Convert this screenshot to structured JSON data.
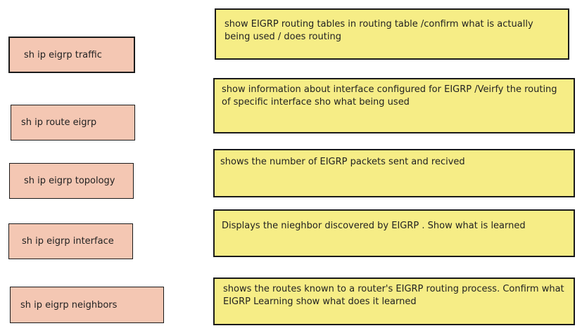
{
  "commands": [
    "sh ip eigrp traffic",
    "sh ip route eigrp",
    "sh ip eigrp topology",
    "sh ip eigrp interface",
    "sh ip eigrp neighbors"
  ],
  "descriptions": [
    "show EIGRP routing tables in routing table /confirm what is actually being used / does routing",
    "show information about interface configured for EIGRP /Veirfy the routing of specific interface sho what being used",
    "shows the number of EIGRP packets sent and recived",
    "Displays the nieghbor discovered by EIGRP . Show what is learned",
    "shows the routes known to a router's EIGRP routing process. Confirm what EIGRP Learning  show what does it learned"
  ],
  "colors": {
    "command_box": "#f4c7b3",
    "description_box": "#f6ed86",
    "border": "#1a1a1a"
  }
}
